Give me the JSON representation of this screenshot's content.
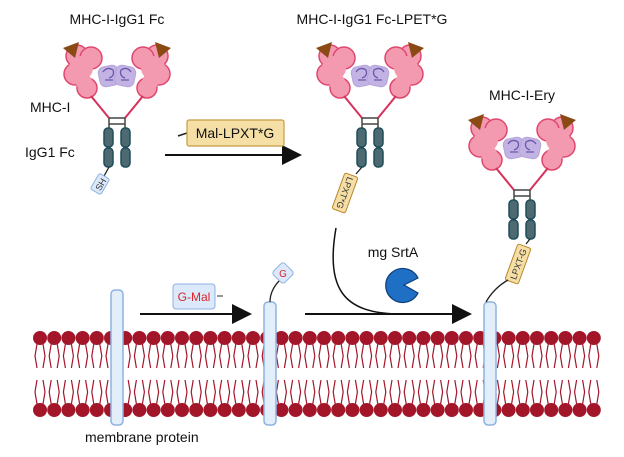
{
  "labels": {
    "title_left": "MHC-I-IgG1 Fc",
    "title_middle": "MHC-I-IgG1 Fc-LPET*G",
    "title_right": "MHC-I-Ery",
    "mhc_i": "MHC-I",
    "igg1_fc": "IgG1 Fc",
    "reagent_mal": "Mal-LPXT*G",
    "reagent_gmal": "G-Mal",
    "enzyme": "mg SrtA",
    "membrane_protein": "membrane protein",
    "sh_tag": "SH",
    "lpxt_tag": "LPXT*G",
    "g_tag": "G",
    "lpxt_g_tag": "LPXT-G"
  },
  "colors": {
    "mhc": "#f08aa3",
    "beta2m": "#b9a7dc",
    "peptide": "#8b4a14",
    "fc": "#4d6a73",
    "tag_yellow": "#f5dfa5",
    "tag_blue": "#dbe9fa",
    "enzyme": "#1f6fc4",
    "lipid_head": "#a3162a"
  }
}
